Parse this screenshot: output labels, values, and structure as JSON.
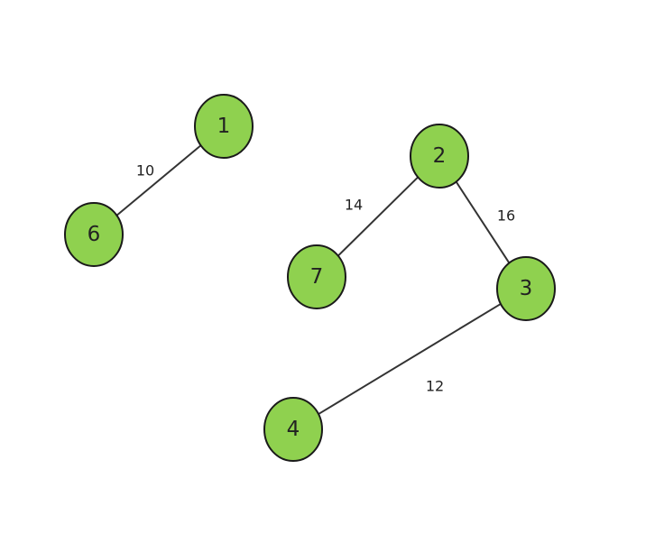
{
  "graph": {
    "node_color": "#8fd14f",
    "edge_color": "#333333",
    "nodes": [
      {
        "id": "1",
        "label": "1"
      },
      {
        "id": "2",
        "label": "2"
      },
      {
        "id": "3",
        "label": "3"
      },
      {
        "id": "4",
        "label": "4"
      },
      {
        "id": "6",
        "label": "6"
      },
      {
        "id": "7",
        "label": "7"
      }
    ],
    "edges": [
      {
        "source": "1",
        "target": "6",
        "weight": "10"
      },
      {
        "source": "2",
        "target": "7",
        "weight": "14"
      },
      {
        "source": "2",
        "target": "3",
        "weight": "16"
      },
      {
        "source": "3",
        "target": "4",
        "weight": "12"
      }
    ]
  }
}
